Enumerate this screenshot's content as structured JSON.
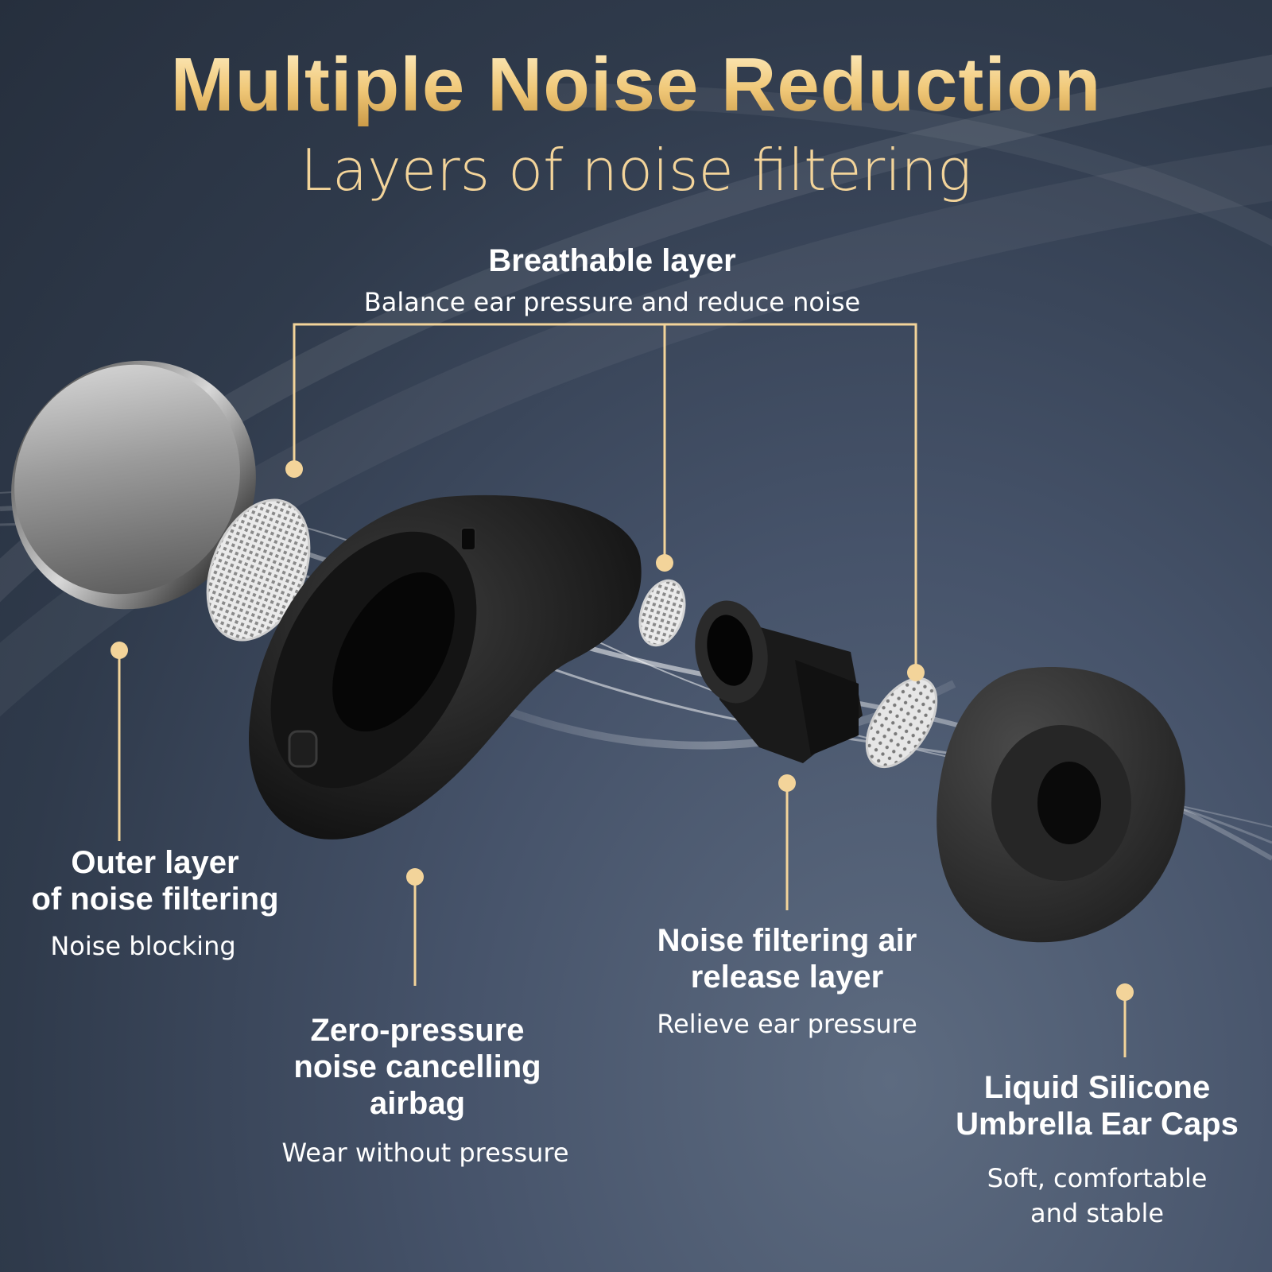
{
  "title": "Multiple Noise Reduction",
  "subtitle": "Layers of noise filtering",
  "labels": {
    "breathable": {
      "heading": "Breathable layer",
      "desc": "Balance ear pressure and reduce noise"
    },
    "outer": {
      "heading": "Outer layer\nof noise filtering",
      "desc": "Noise blocking"
    },
    "zero_pressure": {
      "heading": "Zero-pressure\nnoise cancelling\nairbag",
      "desc": "Wear without pressure"
    },
    "air_release": {
      "heading": "Noise filtering air\nrelease layer",
      "desc": "Relieve ear pressure"
    },
    "ear_caps": {
      "heading": "Liquid Silicone\nUmbrella Ear Caps",
      "desc": "Soft, comfortable\nand stable"
    }
  },
  "colors": {
    "accent": "#f3d49a",
    "title_gold": "#f0c878",
    "text": "#ffffff"
  }
}
